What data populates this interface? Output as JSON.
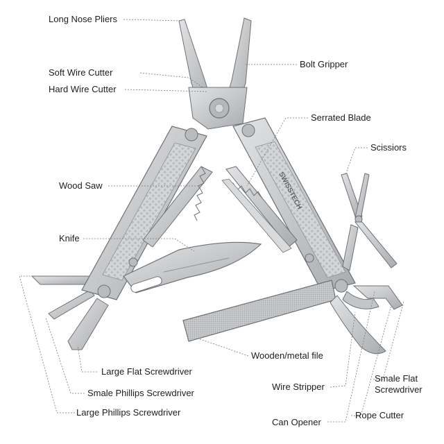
{
  "labels": {
    "long_nose_pliers": "Long Nose Pliers",
    "bolt_gripper": "Bolt Gripper",
    "soft_wire_cutter": "Soft Wire Cutter",
    "hard_wire_cutter": "Hard Wire Cutter",
    "serrated_blade": "Serrated Blade",
    "scissiors": "Scissiors",
    "wood_saw": "Wood Saw",
    "knife": "Knife",
    "wooden_metal_file": "Wooden/metal file",
    "large_flat_screwdriver": "Large Flat Screwdriver",
    "smale_phillips_screwdriver": "Smale Phillips Screwdriver",
    "large_phillips_screwdriver": "Large Phillips Screwdriver",
    "wire_stripper": "Wire Stripper",
    "smale_flat_screwdriver": "Smale Flat Screwdriver",
    "can_opener": "Can Opener",
    "rope_cutter": "Rope Cutter"
  },
  "brand_text": "SWISSTECH",
  "colors": {
    "steel": "#c9cbcd",
    "steel_dark": "#8e9296",
    "outline": "#6d7176",
    "leader": "#7a7a7a",
    "text": "#1d1d1d"
  }
}
